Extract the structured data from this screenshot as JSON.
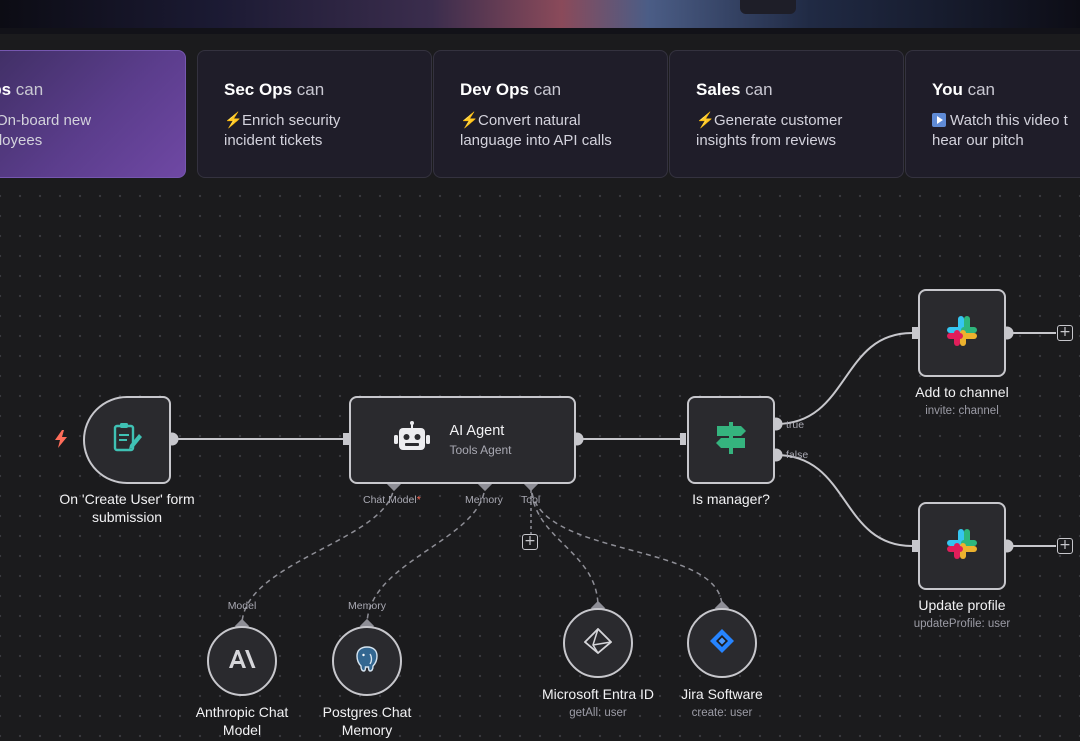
{
  "cards": [
    {
      "team": "Ops",
      "can": "can",
      "icon": "lightning-icon",
      "desc": "On-board new employees",
      "desc_line1": "On-board new",
      "desc_line2": "mployees"
    },
    {
      "team": "Sec Ops",
      "can": "can",
      "icon": "lightning-icon",
      "desc_line1": "Enrich security",
      "desc_line2": "incident tickets"
    },
    {
      "team": "Dev Ops",
      "can": "can",
      "icon": "lightning-icon",
      "desc_line1": "Convert natural",
      "desc_line2": "language into API calls"
    },
    {
      "team": "Sales",
      "can": "can",
      "icon": "lightning-icon",
      "desc_line1": "Generate customer",
      "desc_line2": "insights from reviews"
    },
    {
      "team": "You",
      "can": "can",
      "icon": "play-icon",
      "desc_line1": "Watch this video t",
      "desc_line2": "hear our pitch"
    }
  ],
  "nodes": {
    "trigger": {
      "label_line1": "On 'Create User' form",
      "label_line2": "submission"
    },
    "agent": {
      "title": "AI Agent",
      "subtitle": "Tools Agent"
    },
    "if": {
      "label": "Is manager?",
      "true_label": "true",
      "false_label": "false"
    },
    "add_channel": {
      "label": "Add to channel",
      "sublabel": "invite: channel"
    },
    "update_profile": {
      "label": "Update profile",
      "sublabel": "updateProfile: user"
    },
    "anthropic": {
      "port_label": "Model",
      "label_line1": "Anthropic Chat",
      "label_line2": "Model"
    },
    "postgres": {
      "port_label": "Memory",
      "label_line1": "Postgres Chat",
      "label_line2": "Memory"
    },
    "entra": {
      "label": "Microsoft Entra ID",
      "sublabel": "getAll: user"
    },
    "jira": {
      "label": "Jira Software",
      "sublabel": "create: user"
    }
  },
  "agent_ports": {
    "chat_model": "Chat Model",
    "required_mark": "*",
    "memory": "Memory",
    "tool": "Tool"
  },
  "icons": {
    "plus": "+"
  },
  "colors": {
    "accent_purple": "#6f48a4",
    "trigger_bolt": "#ff6d5a",
    "teal_icon": "#3fc1b4",
    "if_green": "#35b37e",
    "jira_blue": "#2684ff"
  }
}
